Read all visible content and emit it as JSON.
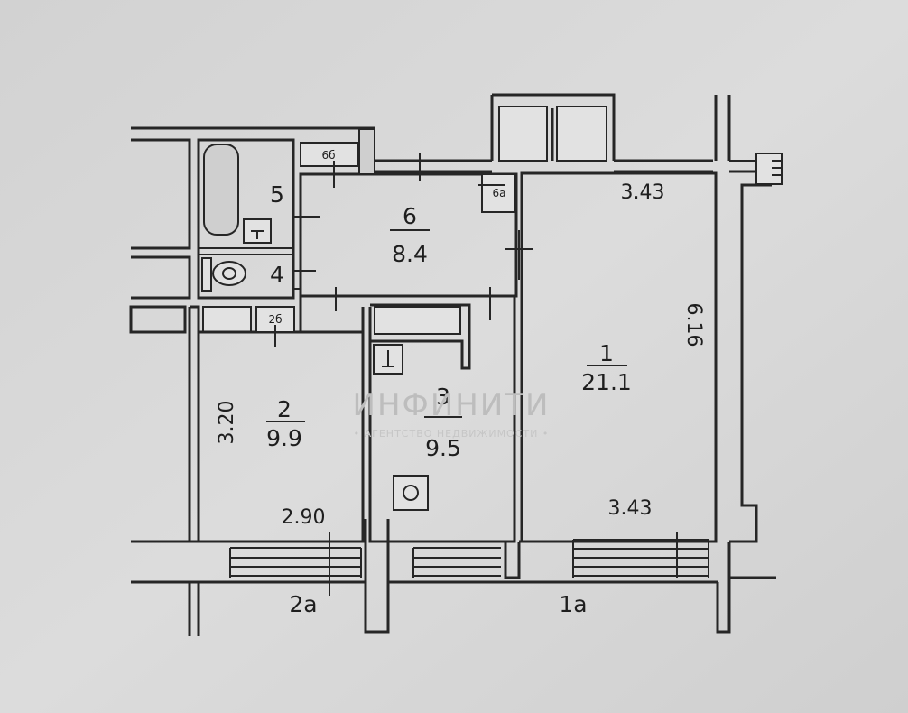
{
  "rooms": [
    {
      "id": "1",
      "number": "1",
      "area": "21.1"
    },
    {
      "id": "2",
      "number": "2",
      "area": "9.9"
    },
    {
      "id": "3",
      "number": "3",
      "area": "9.5"
    },
    {
      "id": "4",
      "number": "4"
    },
    {
      "id": "5",
      "number": "5"
    },
    {
      "id": "6",
      "number": "6",
      "area": "8.4"
    }
  ],
  "small_labels": {
    "6b": "6б",
    "6a": "6а",
    "2b": "2б"
  },
  "dimensions": {
    "room1_top": "3.43",
    "room1_side": "6.16",
    "room1_bottom": "3.43",
    "room2_side": "3.20",
    "room2_bottom": "2.90"
  },
  "balconies": {
    "b2a": "2а",
    "b1a": "1а"
  },
  "watermark": {
    "brand": "ИНФИНИТИ",
    "tagline": "• АГЕНТСТВО НЕДВИЖИМОСТИ •"
  }
}
